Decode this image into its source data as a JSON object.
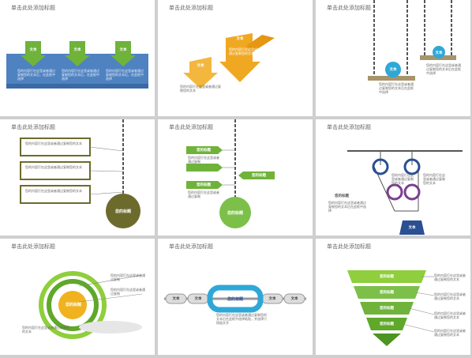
{
  "colors": {
    "slide_bg": "#ffffff",
    "canvas": "#cfcfcf",
    "green": "#6fb33a",
    "blue": "#4f82c0",
    "orange": "#f0a822",
    "olive": "#6d6b2c",
    "purple": "#7a3f8f",
    "navy": "#2a4f93",
    "cyan": "#2fa8d8"
  },
  "slides": [
    {
      "title": "单击此处添加标题",
      "labels": [
        "文本",
        "文本",
        "文本"
      ],
      "texts": [
        "您的内容打在这里或者通过复制您的文本后，在此框中选择",
        "您的内容打在这里或者通过复制您的文本后，在此框中选择",
        "您的内容打在这里或者通过复制您的文本后，在此框中选择"
      ]
    },
    {
      "title": "单击此处添加标题",
      "labels": [
        "文本",
        "文本"
      ],
      "texts": [
        "您的内容打在这里或者通过复制您的文本",
        "您的内容打在这里或者通过复制您的文本"
      ]
    },
    {
      "title": "单击此处添加标题",
      "labels": [
        "文本",
        "文本"
      ],
      "texts": [
        "您的内容打在这里或者通过复制您的文本后在此框中选择",
        "您的内容打在这里或者通过复制您的文本后在此框中选择"
      ]
    },
    {
      "title": "单击此处添加标题",
      "labels": [
        "您的标题"
      ],
      "texts": [
        "您的内容打在这里或者通过复制您的文本",
        "您的内容打在这里或者通过复制您的文本",
        "您的内容打在这里或者通过复制您的文本"
      ]
    },
    {
      "title": "单击此处添加标题",
      "labels": [
        "您的标题",
        "您的标题",
        "您的标题",
        "您的标题"
      ],
      "texts": [
        "您的内容打在这里或者通过复制",
        "您的内容打在这里或者通过复制"
      ]
    },
    {
      "title": "单击此处添加标题",
      "labels": [
        "您的标题",
        "文本"
      ],
      "texts": [
        "您的内容打在这里或者通过复制您的文本",
        "您的内容打在这里或者通过复制您的文本",
        "您的内容打在这里或者通过复制您的文本后在此框中选择"
      ]
    },
    {
      "title": "单击此处添加标题",
      "labels": [
        "您的标题"
      ],
      "texts": [
        "您的内容打在这里或者通过复制",
        "您的内容打在这里或者通过复制",
        "您的内容打在这里或者通过复制您的文本"
      ]
    },
    {
      "title": "单击此处添加标题",
      "labels": [
        "文本",
        "文本",
        "您的标题",
        "文本",
        "文本"
      ],
      "texts": [
        "您的内容打在这里或者通过复制您的文本后在此框中选择粘贴，并选择只保留文字"
      ]
    },
    {
      "title": "单击此处添加标题",
      "labels": [
        "您的标题",
        "您的标题",
        "您的标题",
        "您的标题"
      ],
      "texts": [
        "您的内容打在这里或者通过复制您的文本",
        "您的内容打在这里或者通过复制您的文本",
        "您的内容打在这里或者通过复制您的文本",
        "您的内容打在这里或者通过复制您的文本"
      ]
    }
  ]
}
